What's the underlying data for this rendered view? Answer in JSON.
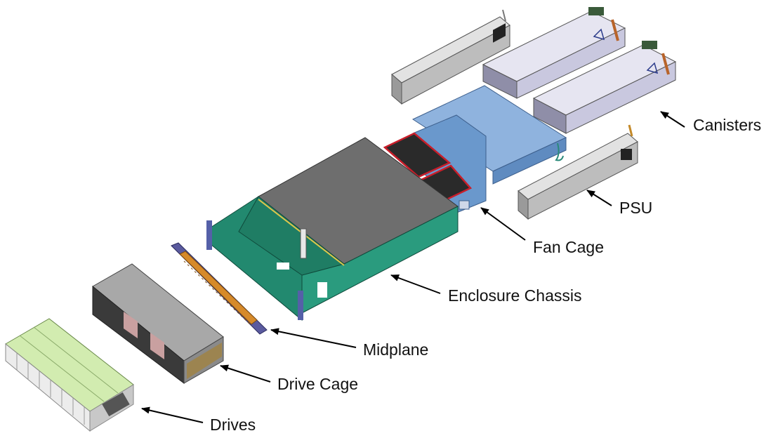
{
  "labels": {
    "canisters": "Canisters",
    "psu": "PSU",
    "fan_cage": "Fan Cage",
    "enclosure_chassis": "Enclosure Chassis",
    "midplane": "Midplane",
    "drive_cage": "Drive Cage",
    "drives": "Drives"
  },
  "colors": {
    "chassis_green": "#22896f",
    "lid_gray": "#6e6e6e",
    "fan_cage_blue": "#6a98cc",
    "fan_red": "#c81e2a",
    "canister_lavender": "#c9c8df",
    "psu_gray": "#bdbdbd",
    "midplane_purple": "#5a5a9e",
    "midplane_orange": "#d68a2a",
    "drive_green": "#d2ecb0",
    "drive_cage_gray": "#a3a3a3",
    "arrow": "#000000"
  }
}
